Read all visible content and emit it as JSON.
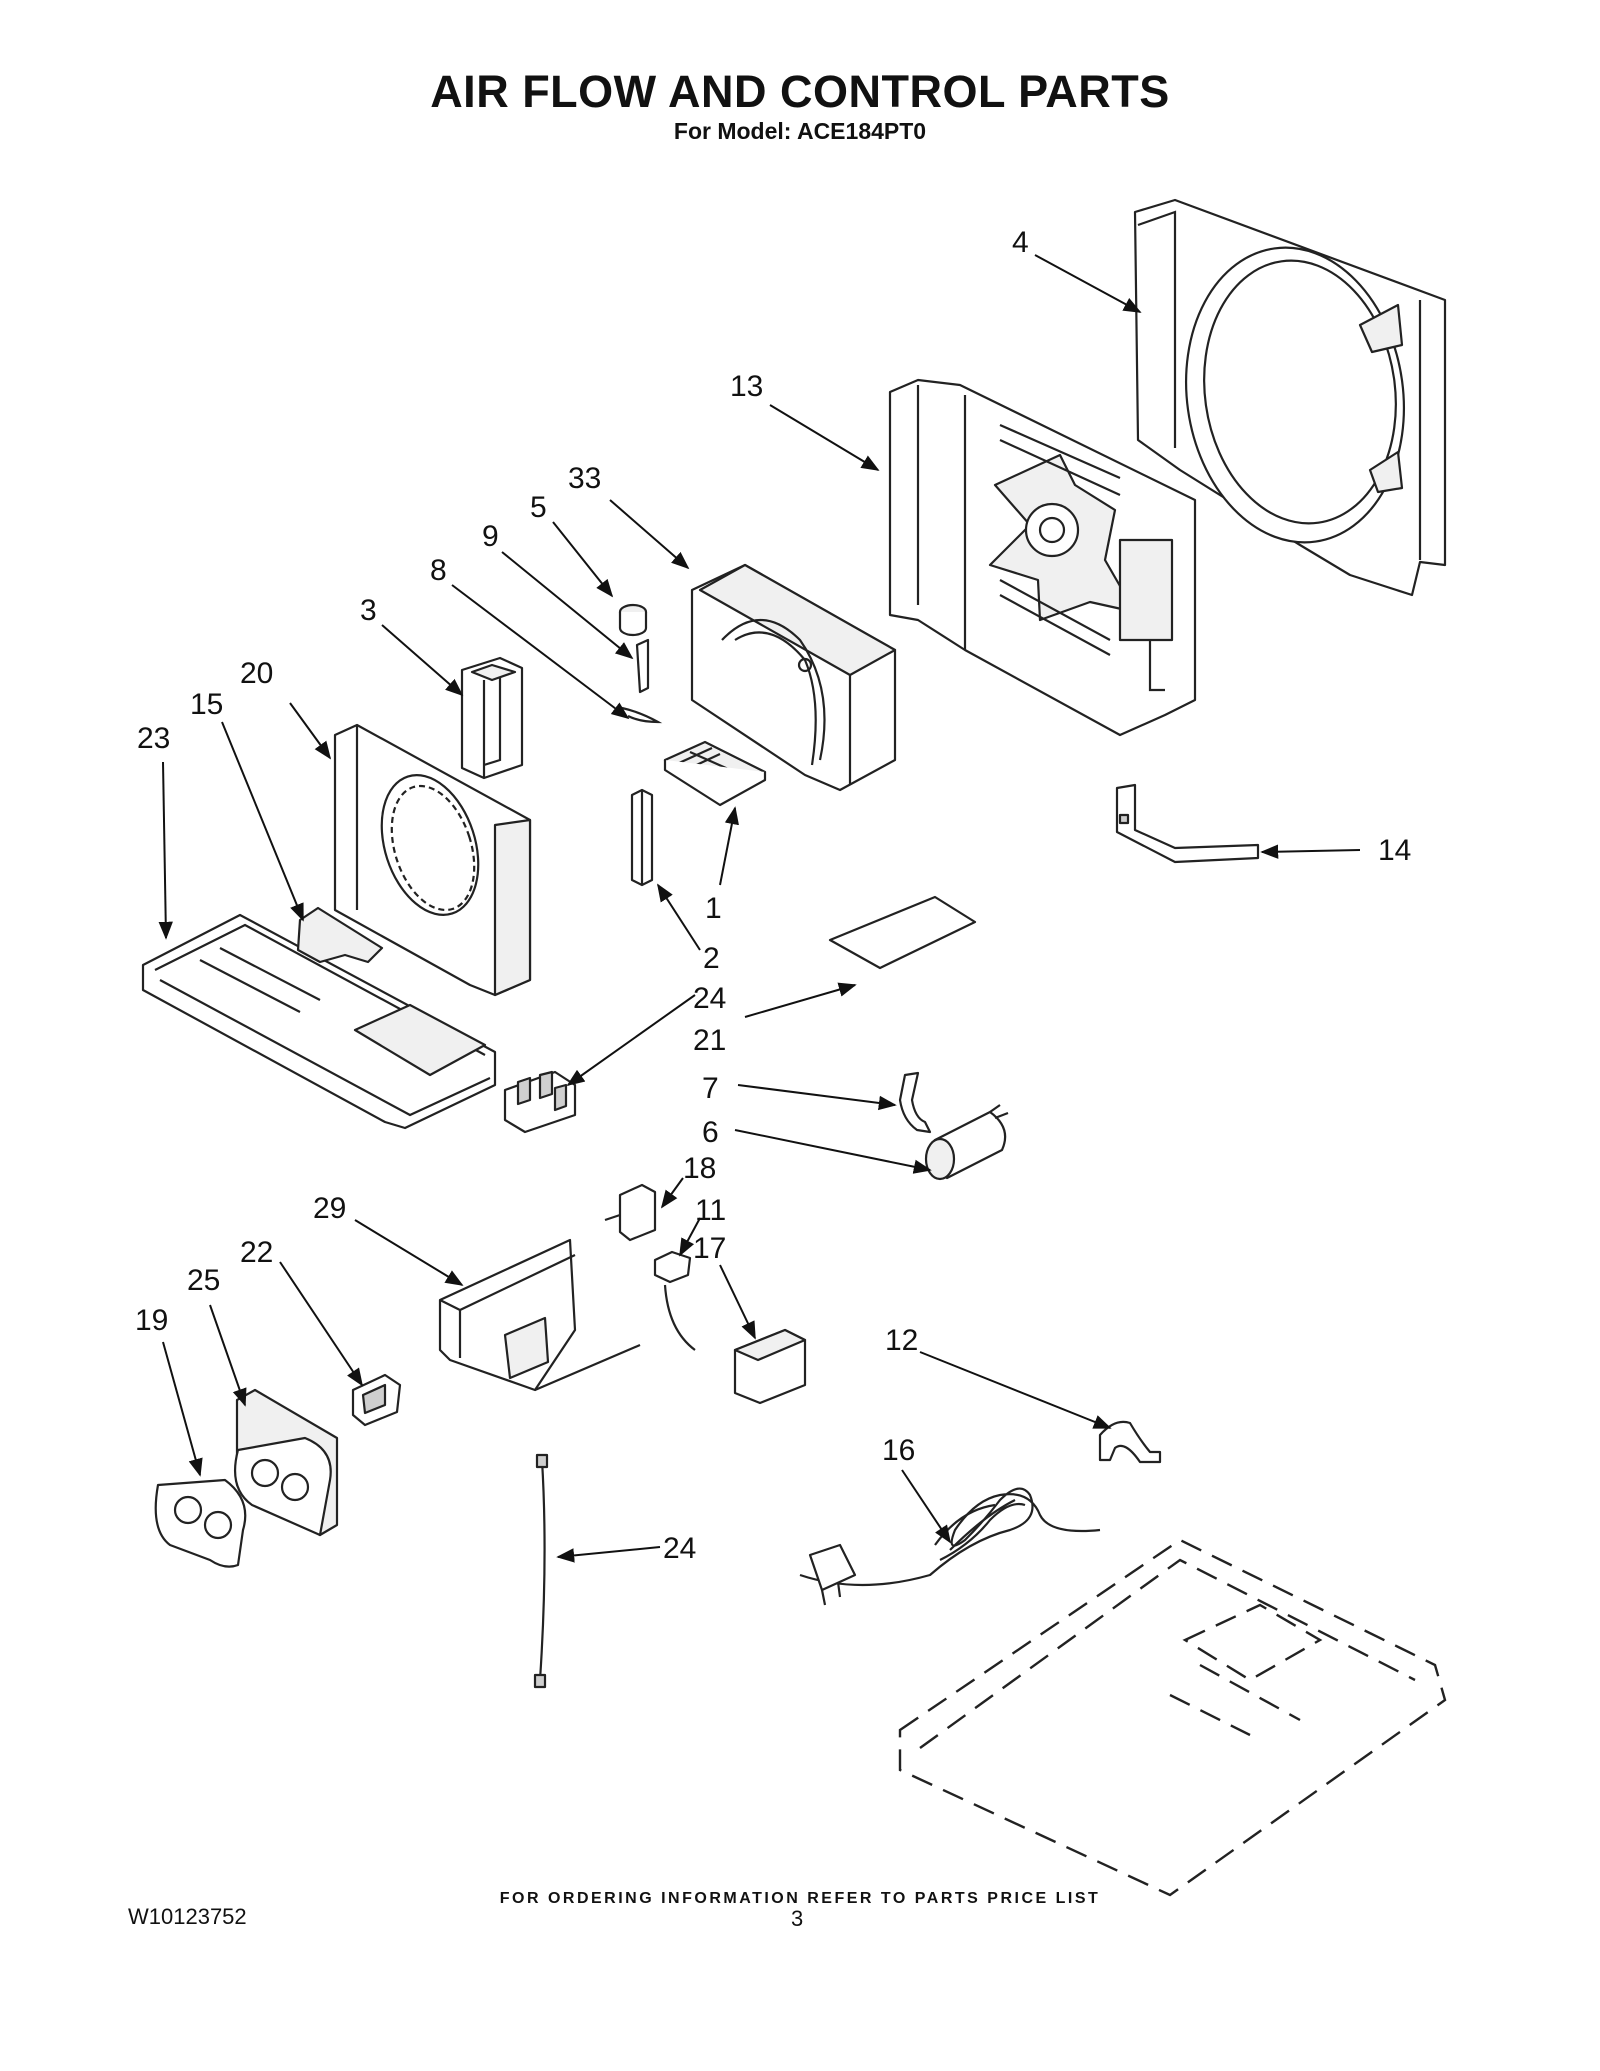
{
  "title": "AIR FLOW AND CONTROL PARTS",
  "subtitle": "For Model: ACE184PT0",
  "footer_note": "FOR ORDERING INFORMATION REFER TO PARTS PRICE LIST",
  "document_number": "W10123752",
  "page_number": "3",
  "callouts": {
    "c1": "1",
    "c2": "2",
    "c3": "3",
    "c4": "4",
    "c5": "5",
    "c6": "6",
    "c7": "7",
    "c8": "8",
    "c9": "9",
    "c11": "11",
    "c12": "12",
    "c13": "13",
    "c14": "14",
    "c15": "15",
    "c16": "16",
    "c17": "17",
    "c18": "18",
    "c19": "19",
    "c20": "20",
    "c21": "21",
    "c22": "22",
    "c23": "23",
    "c24a": "24",
    "c24b": "24",
    "c25": "25",
    "c29": "29",
    "c33": "33"
  }
}
